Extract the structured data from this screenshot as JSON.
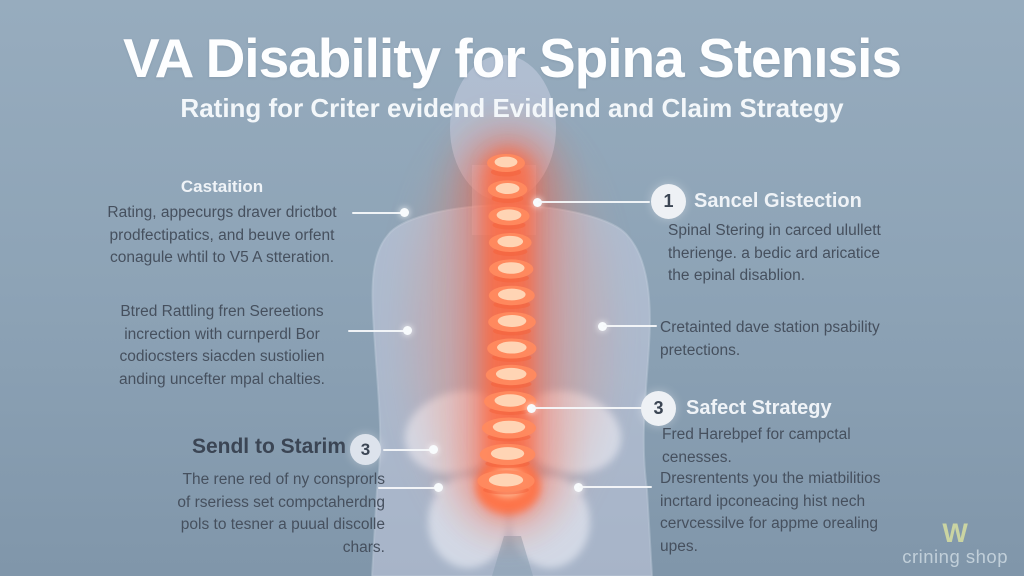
{
  "header": {
    "title": "VA Disability for Spina Stenısis",
    "subtitle": "Rating for Criter evidend Evidlend and Claim Strategy"
  },
  "left_blocks": [
    {
      "heading": "Castaition",
      "lines": [
        "Rating, appecurgs draver drictbot",
        "prodfectipatics, and beuve orfent",
        "conagule whtil to V5 A stteration."
      ]
    },
    {
      "lines": [
        "Btred Rattling fren Sereetions",
        "increction with curnperdl Bor",
        "codiocsters siacden sustiolien",
        "anding uncefter mpal chalties."
      ]
    },
    {
      "heading": "Sendl to Starim",
      "badge": "3",
      "lines": [
        "The rene red of ny consprorls",
        "of rseriess set compctaherdng",
        "pols to tesner a puual discolle",
        "chars."
      ]
    }
  ],
  "right_blocks": [
    {
      "badge": "1",
      "heading": "Sancel Gistection",
      "lines": [
        "Spinal Stering in carced ulullett",
        "therienge. a bedic ard aricatice",
        "the epinal disablion."
      ]
    },
    {
      "lines": [
        "Cretainted dave station psability",
        "pretections."
      ]
    },
    {
      "badge": "3",
      "heading": "Safect Strategy",
      "lines": [
        "Fred Harebpef for campctal",
        "cenesses."
      ]
    },
    {
      "lines": [
        "Dresrentents you the miatbilitios",
        "incrtard ipconeacing hist nech",
        "cervcessilve for appme orealing",
        "upes."
      ]
    }
  ],
  "watermark": {
    "logo": "W",
    "text": "crining shop"
  },
  "colors": {
    "background_top": "#97acbe",
    "background_bottom": "#8096aa",
    "title_text": "#fdfeff",
    "body_text": "#46505e",
    "heading_light": "#eff3f7",
    "heading_dark": "#3b4554",
    "silhouette": "#ccd1e5",
    "spine_glow": "#ff5f3a",
    "spine_highlight": "#ffd8b8",
    "badge_bg": "#eef1f5",
    "connector": "#f5f8fa",
    "watermark_logo": "#dce3a0",
    "watermark_text": "#c9d6df"
  }
}
